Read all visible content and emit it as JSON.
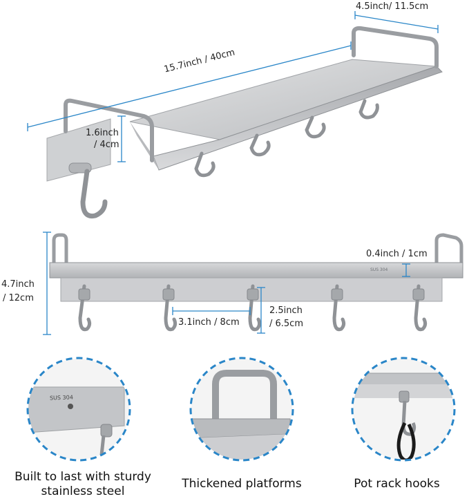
{
  "top_view": {
    "width_label": "4.5inch/ 11.5cm",
    "length_label": "15.7inch / 40cm",
    "rail_height_label": [
      "1.6inch",
      "/ 4cm"
    ]
  },
  "front_view": {
    "total_height_label": [
      "4.7inch",
      "/ 12cm"
    ],
    "platform_thickness_label": "0.4inch / 1cm",
    "hook_spacing_label": "3.1inch / 8cm",
    "hook_height_label": [
      "2.5inch",
      "/ 6.5cm"
    ],
    "stamp": "SUS 304"
  },
  "features": [
    {
      "caption": [
        "Built to last with sturdy",
        "stainless steel"
      ],
      "stamp": "SUS 304"
    },
    {
      "caption": [
        "Thickened platforms"
      ]
    },
    {
      "caption": [
        "Pot rack hooks"
      ]
    }
  ],
  "colors": {
    "accent_blue": "#2a86c8",
    "steel": "#c4c6c8",
    "steel_dark": "#8d9094"
  }
}
